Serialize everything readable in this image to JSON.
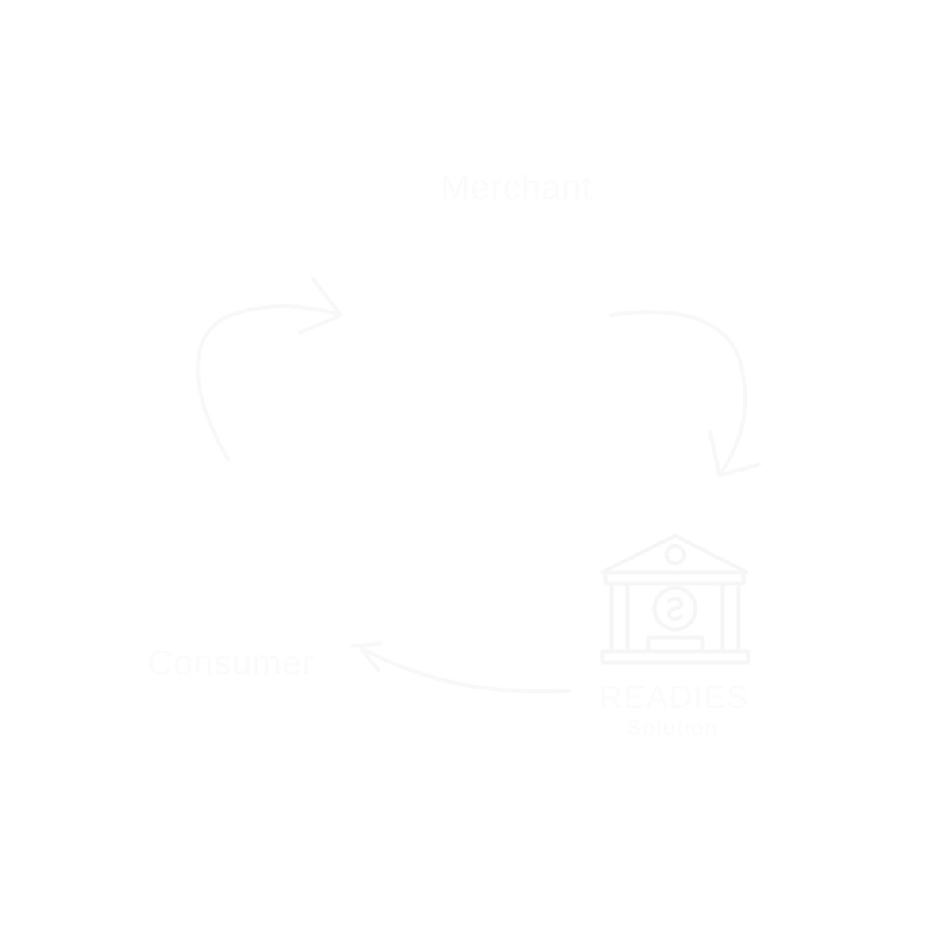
{
  "nodes": {
    "merchant": {
      "label": "Merchant"
    },
    "consumer": {
      "label": "Consumer"
    },
    "bank": {
      "name": "READIES",
      "subtitle": "Solution",
      "icon": "bank-icon"
    }
  },
  "colors": {
    "background": "#ffffff",
    "foreground": "#fbfbfb"
  }
}
